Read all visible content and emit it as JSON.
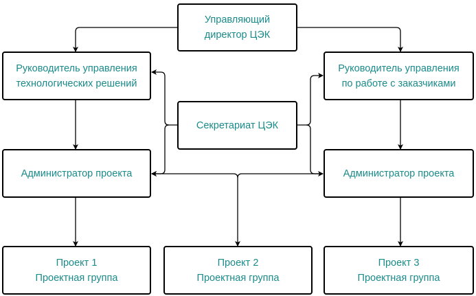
{
  "nodes": {
    "director": [
      "Управляющий",
      "директор ЦЭК"
    ],
    "head_tech": [
      "Руководитель управления",
      "технологических решений"
    ],
    "head_clients": [
      "Руководитель управления",
      "по работе с заказчиками"
    ],
    "secretariat": "Секретариат ЦЭК",
    "admin_left": "Администратор проекта",
    "admin_right": "Администратор проекта",
    "project1": [
      "Проект 1",
      "Проектная группа"
    ],
    "project2": [
      "Проект 2",
      "Проектная группа"
    ],
    "project3": [
      "Проект 3",
      "Проектная группа"
    ]
  },
  "colors": {
    "text": "#1a8a8a",
    "line": "#000000"
  }
}
